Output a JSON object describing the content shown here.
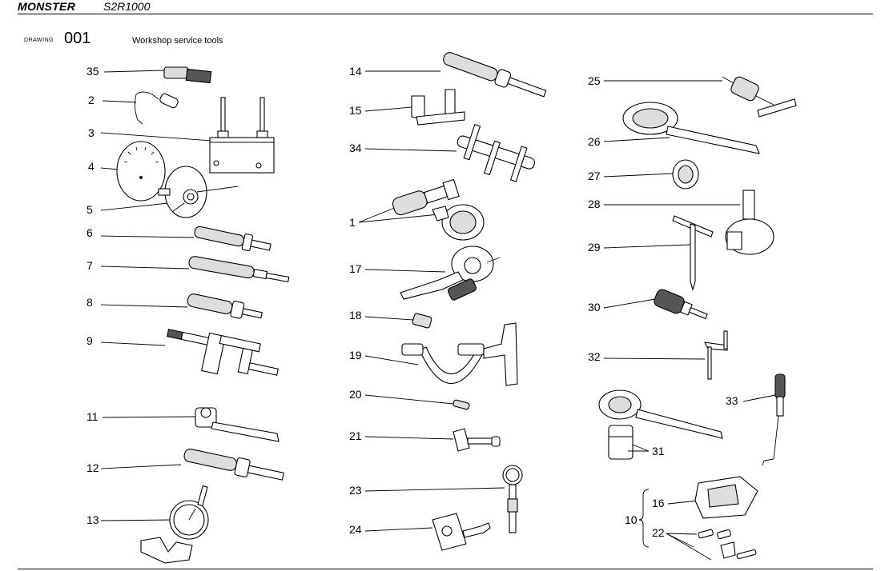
{
  "header": {
    "model": "MONSTER",
    "variant": "S2R1000"
  },
  "drawing": {
    "label": "DRAWING",
    "number": "001",
    "title": "Workshop service tools"
  },
  "callouts": {
    "c35": "35",
    "c2": "2",
    "c3": "3",
    "c4": "4",
    "c5": "5",
    "c6": "6",
    "c7": "7",
    "c8": "8",
    "c9": "9",
    "c11": "11",
    "c12": "12",
    "c13": "13",
    "c14": "14",
    "c15": "15",
    "c34": "34",
    "c1": "1",
    "c17": "17",
    "c18": "18",
    "c19": "19",
    "c20": "20",
    "c21": "21",
    "c23": "23",
    "c24": "24",
    "c25": "25",
    "c26": "26",
    "c27": "27",
    "c28": "28",
    "c29": "29",
    "c30": "30",
    "c32": "32",
    "c33": "33",
    "c31": "31",
    "c10": "10",
    "c16": "16",
    "c22": "22"
  }
}
